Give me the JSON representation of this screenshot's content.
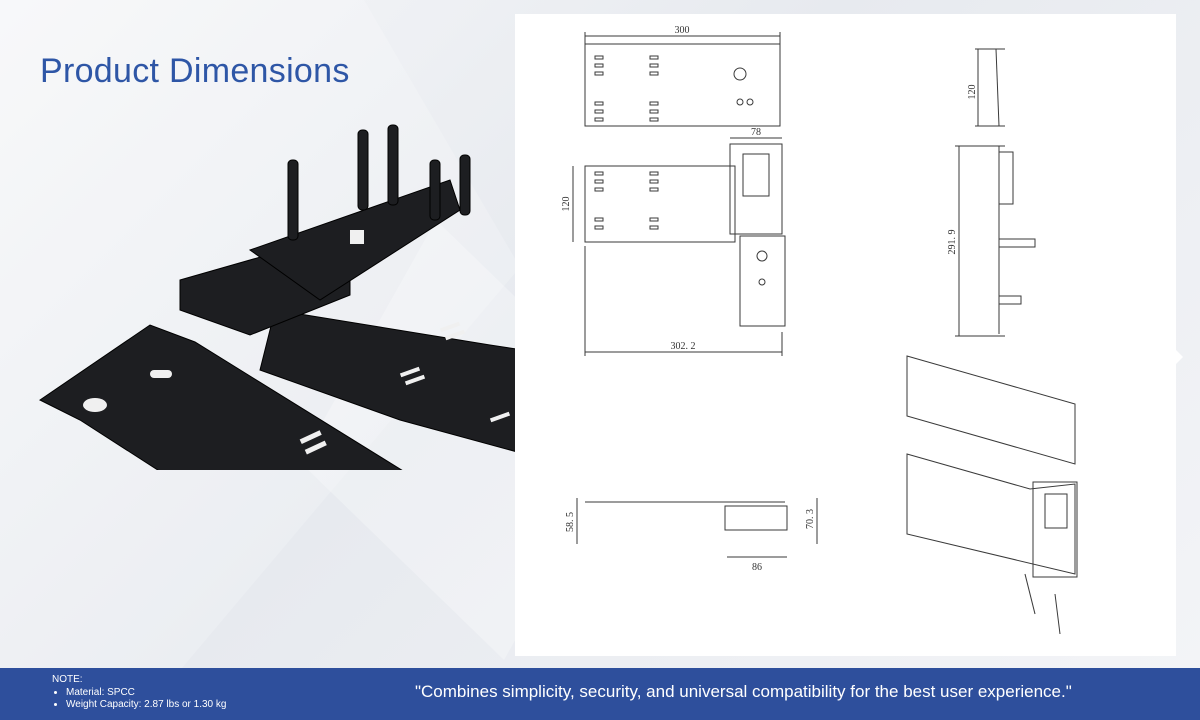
{
  "page": {
    "title": "Product Dimensions"
  },
  "drawings": {
    "top_view": {
      "width_label": "300",
      "height_label": "120"
    },
    "front_view": {
      "width_label": "78",
      "height_label": "120",
      "total_width_label": "302. 2"
    },
    "side_view": {
      "height_label": "291. 9"
    },
    "bottom_view": {
      "left_height_label": "58. 5",
      "right_height_label": "70. 3",
      "width_label": "86"
    }
  },
  "footer": {
    "note_title": "NOTE:",
    "notes": [
      "Material: SPCC",
      "Weight Capacity: 2.87 lbs or 1.30 kg"
    ],
    "quote": "\"Combines simplicity, security, and universal compatibility for the best user experience.\""
  },
  "colors": {
    "title": "#2e56a6",
    "footer_bg": "#2e4f9c",
    "product": "#1d1e21",
    "line": "#3a3a3a"
  },
  "icons": {
    "next": "chevron-right-icon"
  }
}
